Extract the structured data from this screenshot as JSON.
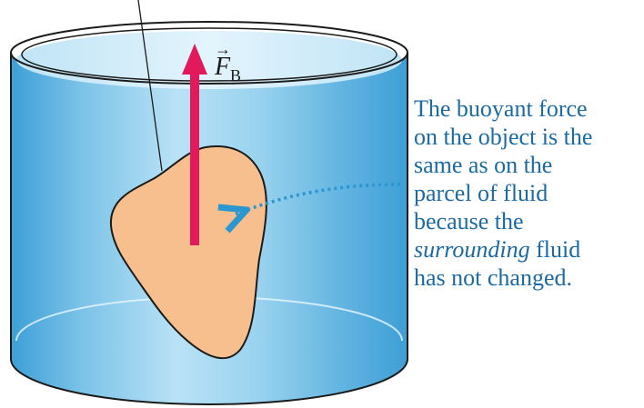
{
  "colors": {
    "fluid_light": "#d6eefa",
    "fluid_mid": "#8ccbeb",
    "fluid_dark": "#4aa8d9",
    "object_fill": "#f8bf8e",
    "force_arrow": "#e2195a",
    "dotted_arrow": "#2a97d0",
    "caption_text": "#1a6aa3"
  },
  "force_label": {
    "symbol": "F",
    "subscript": "B",
    "arrow_mark": "→"
  },
  "caption": {
    "line1": "The buoyant force",
    "line2": "on the object is the",
    "line3": "same as on the",
    "line4": "parcel of fluid",
    "line5": "because the",
    "line6_italic": "surrounding",
    "line6_rest": " fluid",
    "line7": "has not changed."
  }
}
